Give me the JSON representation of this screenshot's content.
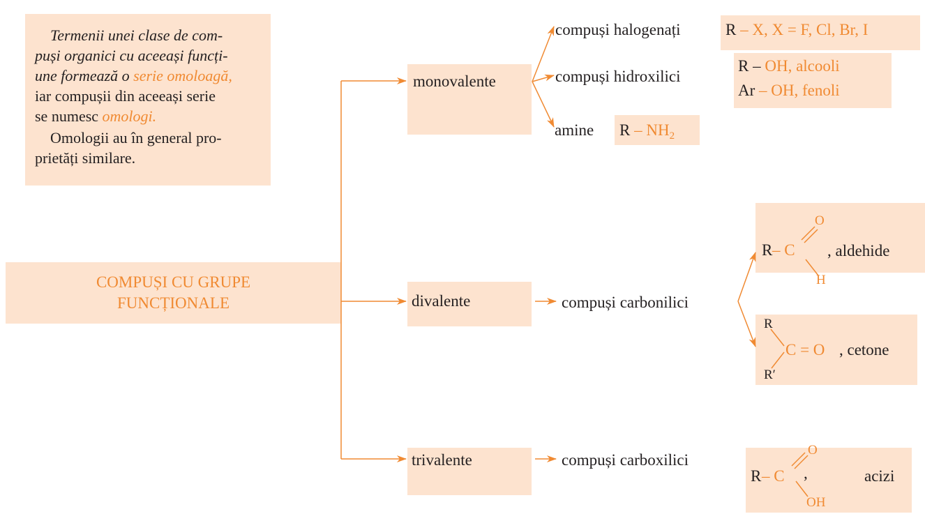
{
  "note": {
    "line1": "Termenii unei clase de com-",
    "line2": "puși organici cu aceeași funcți-",
    "line3_a": "une formează o ",
    "line3_b": "serie omoloagă,",
    "line4": "iar compușii din aceeași serie",
    "line5_a": "se numesc ",
    "line5_b": "omologi.",
    "line6": "Omologii au în general pro-",
    "line7": "prietăți similare."
  },
  "root": {
    "line1": "COMPUȘI CU GRUPE",
    "line2": "FUNCȚIONALE"
  },
  "monovalente": {
    "label": "monovalente",
    "halogenati": {
      "label": "compuși halogenați",
      "f_a": "R",
      "f_b": " – X, X = F, Cl, Br, I"
    },
    "hidroxilici": {
      "label": "compuși hidroxilici",
      "f1_a": "R – ",
      "f1_b": "OH, alcooli",
      "f2_a": "Ar",
      "f2_b": " – OH, fenoli"
    },
    "amine": {
      "label": "amine",
      "f_a": "R",
      "f_b": " – NH",
      "f_sub": "2"
    }
  },
  "divalente": {
    "label": "divalente",
    "carbonilici": "compuși carbonilici",
    "aldehide": {
      "r": "R",
      "dash_c": " – C",
      "o": "O",
      "h": "H",
      "name": ", aldehide"
    },
    "cetone": {
      "r": "R",
      "rp": "R′",
      "c_eq_o": "C = O",
      "name": ", cetone"
    }
  },
  "trivalente": {
    "label": "trivalente",
    "carboxilici": "compuși carboxilici",
    "acizi": {
      "r": "R",
      "dash_c": " – C",
      "o": "O",
      "oh": "OH",
      "comma": ",",
      "name": "acizi"
    }
  },
  "colors": {
    "accent": "#f08a32",
    "box_fill": "#fde3cf",
    "text": "#231f20"
  }
}
